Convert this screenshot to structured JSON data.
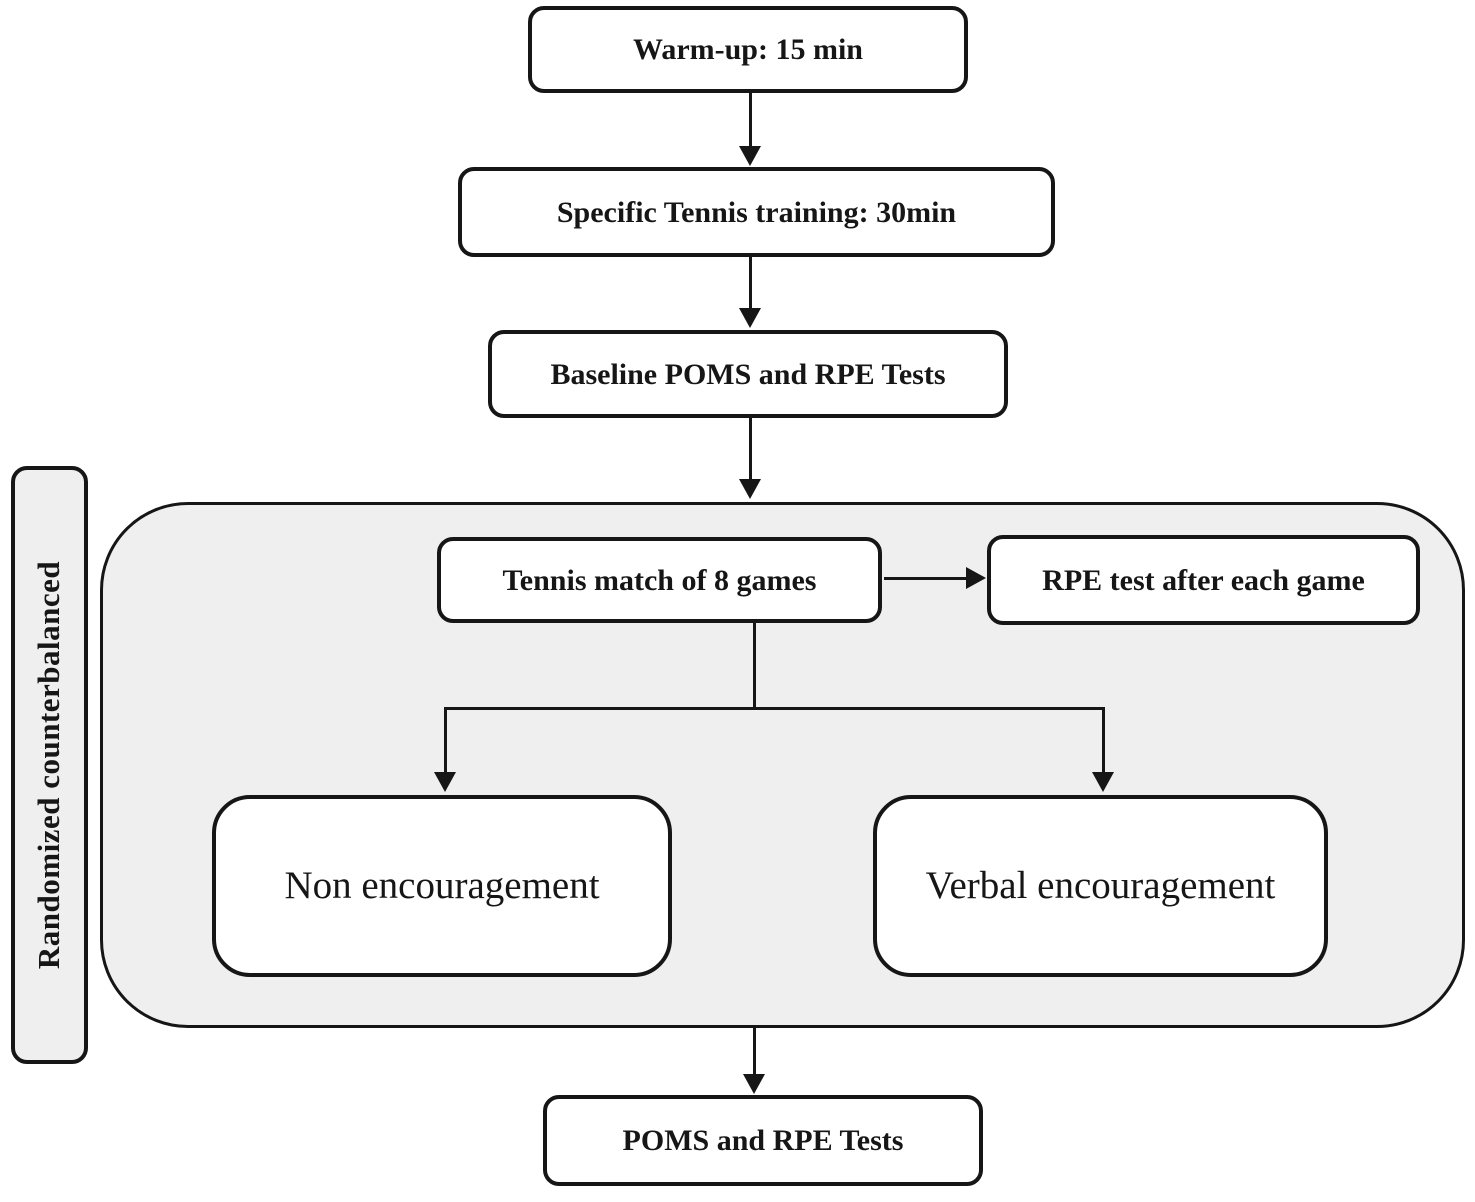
{
  "diagram": {
    "side_label": "Randomized counterbalanced",
    "nodes": {
      "warmup": {
        "label": "Warm-up: 15 min"
      },
      "training": {
        "label": "Specific Tennis training: 30min"
      },
      "baseline": {
        "label": "Baseline POMS and RPE Tests"
      },
      "match": {
        "label": "Tennis match of 8 games"
      },
      "rpe_each_game": {
        "label": "RPE test after each game"
      },
      "non_encouragement": {
        "label": "Non encouragement"
      },
      "verbal_encouragement": {
        "label": "Verbal encouragement"
      },
      "final_tests": {
        "label": "POMS and RPE Tests"
      }
    },
    "colors": {
      "border": "#161616",
      "node_fill": "#ffffff",
      "container_fill": "#efefef",
      "background": "#ffffff"
    }
  }
}
